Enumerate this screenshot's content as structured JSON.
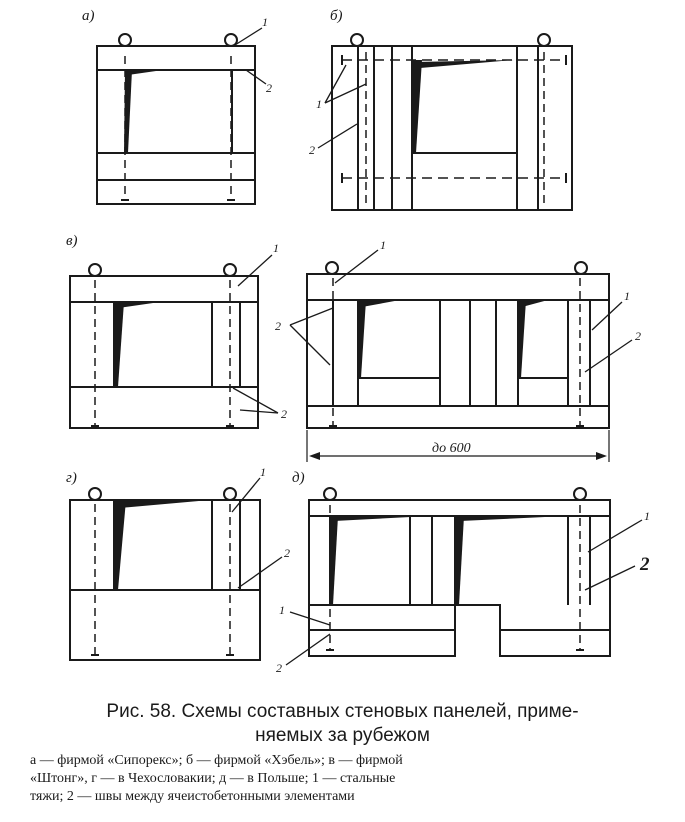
{
  "panel_labels": [
    "а)",
    "б)",
    "в)",
    "г)",
    "д)"
  ],
  "callout_1": "1",
  "callout_2": "2",
  "dimension_label": "до 600",
  "caption": {
    "title_line1": "Рис. 58. Схемы составных стеновых панелей, приме-",
    "title_line2": "няемых за рубежом",
    "legend_line1": "а — фирмой «Сипорекс»; б — фирмой «Хэбель»; в — фирмой",
    "legend_line2": "«Штонг», г — в Чехословакии; д — в Польше; 1 — стальные",
    "legend_line3": "тяжи; 2 — швы между ячеистобетонными элементами"
  }
}
